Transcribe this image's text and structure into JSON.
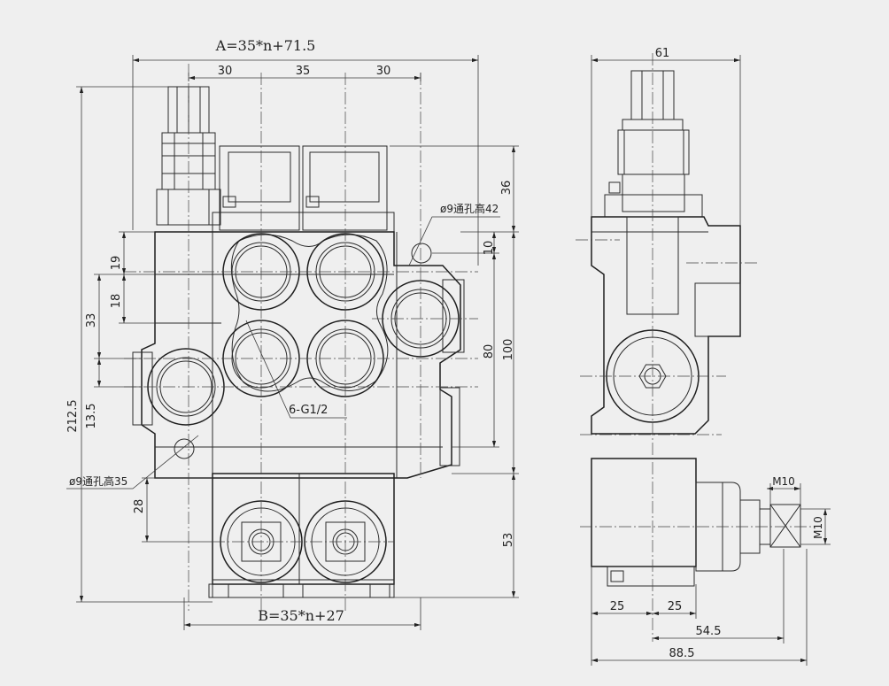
{
  "dimensions": {
    "a_formula": "A=35*n+71.5",
    "b_formula": "B=35*n+27",
    "pitch_30_left": "30",
    "pitch_35": "35",
    "pitch_30_right": "30",
    "width_61": "61",
    "d36": "36",
    "d10": "10",
    "d19": "19",
    "d18": "18",
    "d33": "33",
    "d13_5": "13.5",
    "d212_5": "212.5",
    "d28": "28",
    "d80": "80",
    "d100": "100",
    "d53": "53",
    "d25_left": "25",
    "d25_right": "25",
    "d54_5": "54.5",
    "d88_5": "88.5",
    "m10_horizontal": "M10",
    "m10_vertical": "M10"
  },
  "callouts": {
    "hole_top": "ø9通孔高42",
    "hole_bottom": "ø9通孔高35",
    "ports": "6-G1/2"
  }
}
